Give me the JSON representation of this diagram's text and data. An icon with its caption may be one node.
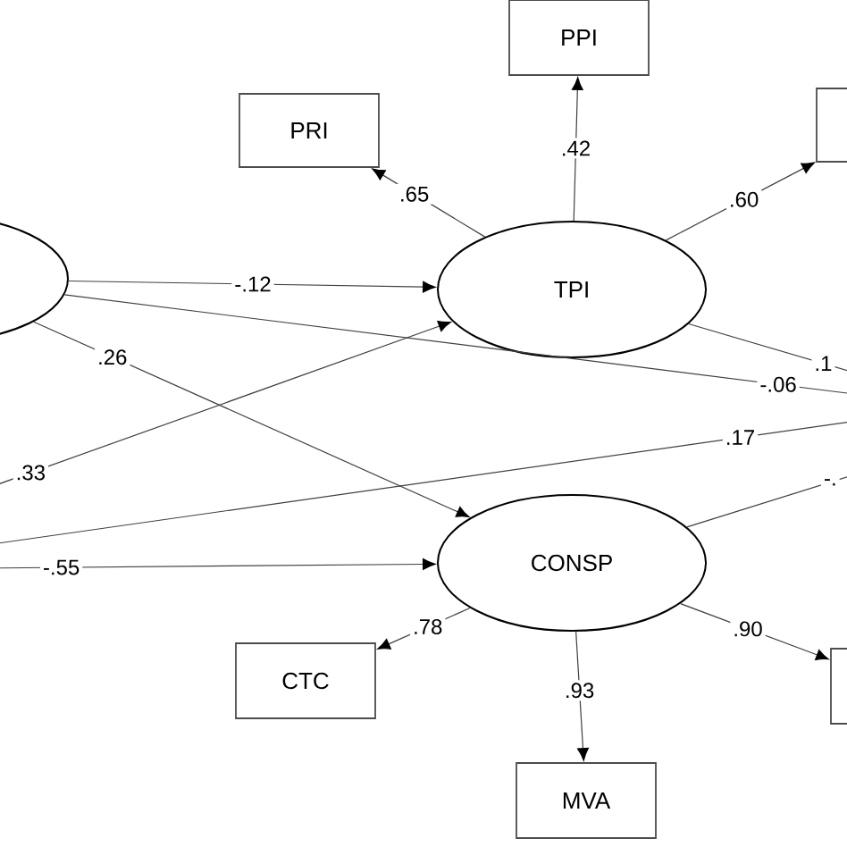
{
  "diagram": {
    "nodes": [
      {
        "text": [],
        "shape": "ellipse"
      },
      {
        "text": [
          "PPI"
        ]
      },
      {
        "text": [
          "PRI"
        ]
      },
      {
        "text": [],
        "shape": "box"
      },
      {
        "text": [
          "TPI"
        ]
      },
      {
        "text": [
          "CONSP"
        ]
      },
      {
        "text": [
          "CTC"
        ]
      },
      {
        "text": [
          "MVA"
        ]
      },
      {
        "text": [],
        "shape": "box"
      }
    ],
    "edges": [
      {
        "from": 4,
        "to": 1,
        "arrow": "to",
        "label": ".42"
      },
      {
        "from": 4,
        "to": 2,
        "arrow": "to",
        "label": ".65"
      },
      {
        "from": 4,
        "to": 3,
        "arrow": "to",
        "label": ".60"
      },
      {
        "from": 0,
        "to": 4,
        "arrow": "to",
        "label": "-.12"
      },
      {
        "from": 0,
        "to": 5,
        "arrow": "to",
        "label": ".26"
      },
      {
        "from": 0,
        "to": null,
        "arrow": "none",
        "label": "-.06"
      },
      {
        "from": null,
        "to": 4,
        "arrow": "to",
        "label": ".33"
      },
      {
        "from": null,
        "to": 5,
        "arrow": "to",
        "label": "-.55"
      },
      {
        "from": 4,
        "to": null,
        "arrow": "none",
        "label": ".1"
      },
      {
        "from": 5,
        "to": null,
        "arrow": "none",
        "label": "-."
      },
      {
        "from": 5,
        "to": 6,
        "arrow": "to",
        "label": ".78"
      },
      {
        "from": 5,
        "to": 7,
        "arrow": "to",
        "label": ".93"
      },
      {
        "from": 5,
        "to": 8,
        "arrow": "to",
        "label": ".90"
      }
    ],
    "labels": [
      ".17"
    ]
  }
}
